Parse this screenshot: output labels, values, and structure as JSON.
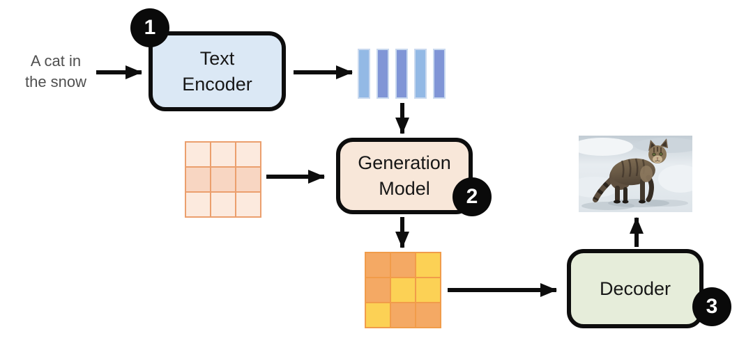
{
  "colors": {
    "canvas_bg": "#ffffff",
    "arrow": "#0d0d0d",
    "prompt_text": "#4f4f4f",
    "node_border": "#0d0d0d",
    "node_text": "#171717",
    "badge_bg": "#0a0a0a",
    "badge_text": "#ffffff",
    "encoder_fill": "#dbe8f5",
    "generation_fill": "#f8e7d9",
    "decoder_fill": "#e6edda",
    "bar_light": "#93b9e5",
    "bar_dark": "#8095d6",
    "bar_border": "#c9d9ef",
    "noise_light": "#fceade",
    "noise_mid": "#f8d6c2",
    "noise_border": "#eb9f6d",
    "latent_orange": "#f4a964",
    "latent_yellow": "#fcd155",
    "latent_border": "#f19c4a"
  },
  "diagram": {
    "prompt": {
      "lines": [
        "A cat in",
        "the snow"
      ]
    },
    "nodes": [
      {
        "id": "text-encoder",
        "lines": [
          "Text",
          "Encoder"
        ],
        "badge": "1"
      },
      {
        "id": "generation-model",
        "lines": [
          "Generation",
          "Model"
        ],
        "badge": "2"
      },
      {
        "id": "decoder",
        "lines": [
          "Decoder"
        ],
        "badge": "3"
      }
    ],
    "embedding_bars": [
      "light",
      "dark",
      "dark",
      "light",
      "dark"
    ],
    "noise_grid": [
      [
        "light",
        "light",
        "light"
      ],
      [
        "mid",
        "mid",
        "mid"
      ],
      [
        "light",
        "light",
        "light"
      ]
    ],
    "latent_grid": [
      [
        "orange",
        "orange",
        "yellow"
      ],
      [
        "orange",
        "yellow",
        "yellow"
      ],
      [
        "yellow",
        "orange",
        "orange"
      ]
    ]
  }
}
